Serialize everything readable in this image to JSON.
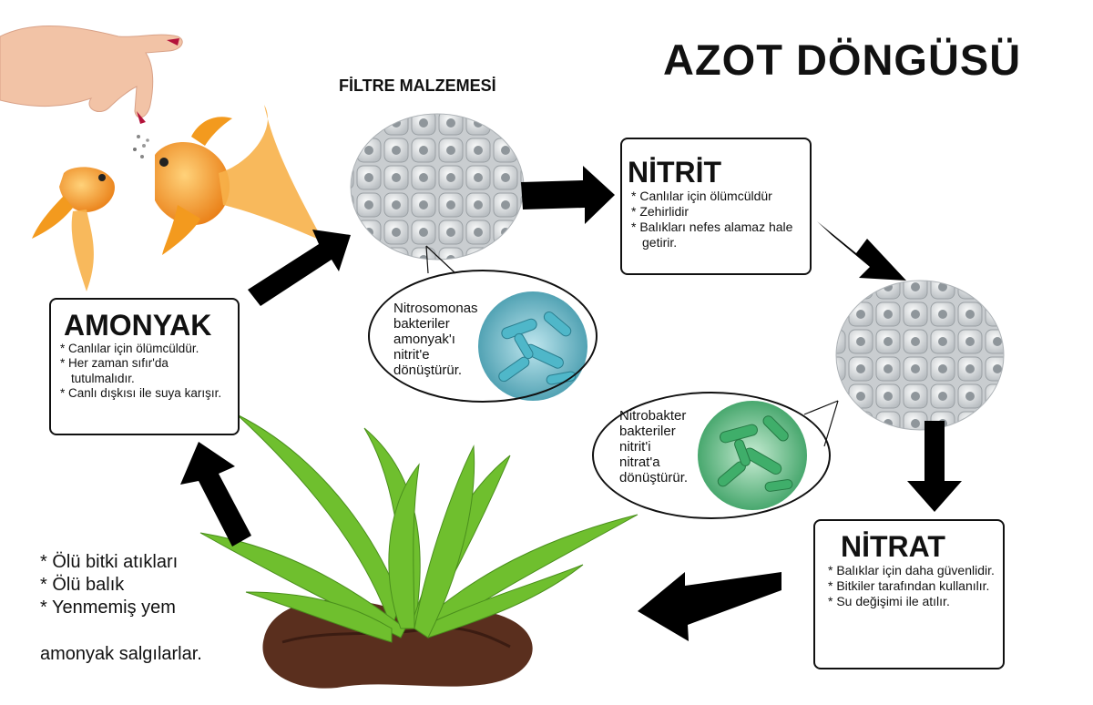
{
  "title": "AZOT DÖNGÜSÜ",
  "filter_label": "FİLTRE MALZEMESİ",
  "amonyak": {
    "heading": "AMONYAK",
    "items": [
      "Canlılar için ölümcüldür.",
      "Her zaman sıfır'da tutulmalıdır.",
      "Canlı dışkısı ile suya karışır."
    ]
  },
  "nitrit": {
    "heading": "NİTRİT",
    "items": [
      "Canlılar için ölümcüldür",
      "Zehirlidir",
      "Balıkları nefes alamaz hale getirir."
    ]
  },
  "nitrat": {
    "heading": "NİTRAT",
    "items": [
      "Balıklar için daha güvenlidir.",
      "Bitkiler tarafından kullanılır.",
      "Su değişimi ile atılır."
    ]
  },
  "bubble_nitrosomonas": {
    "lines": [
      "Nitrosomonas",
      "bakteriler",
      "amonyak'ı",
      "nitrit'e",
      "dönüştürür."
    ]
  },
  "bubble_nitrobakter": {
    "lines": [
      "Nitrobakter",
      "bakteriler",
      "nitrit'i",
      "nitrat'a",
      "dönüştürür."
    ]
  },
  "sources": {
    "items": [
      "Ölü bitki atıkları",
      "Ölü balık",
      "Yenmemiş yem"
    ],
    "footer": "amonyak salgılarlar."
  },
  "colors": {
    "arrow": "#000000",
    "fish": "#f39a1e",
    "plant": "#6fbf2e",
    "bacteria_blue": "#4fb7c9",
    "bacteria_green": "#3fae6a",
    "ceramic": "#e6e8ea",
    "wood": "#5a2f1e",
    "skin": "#f2c3a6"
  }
}
